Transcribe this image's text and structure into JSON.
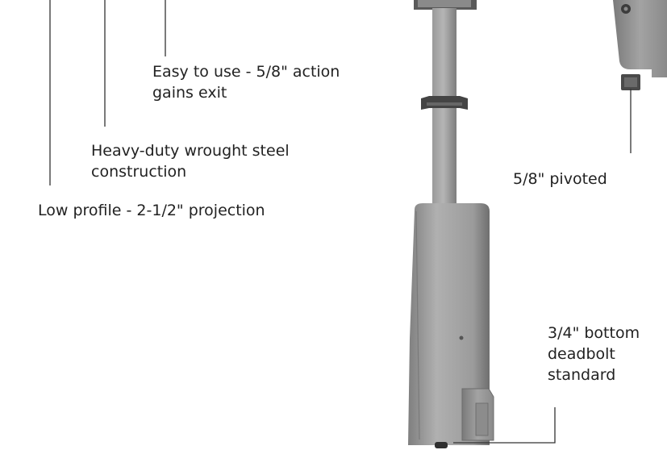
{
  "callouts": {
    "easy_to_use": [
      "Easy to use - 5/8\" action",
      "gains exit"
    ],
    "heavy_duty": [
      "Heavy-duty wrought steel",
      "construction"
    ],
    "low_profile": [
      "Low profile - 2-1/2\" projection"
    ],
    "pivoted": [
      "5/8\" pivoted"
    ],
    "bottom_deadbolt": [
      "3/4\" bottom",
      "deadbolt",
      "standard"
    ]
  },
  "colors": {
    "text": "#222222",
    "leader_line": "#333333",
    "metal_light": "#a9a9a9",
    "metal_mid": "#8f8f8f",
    "metal_dark": "#4a4a4a"
  }
}
